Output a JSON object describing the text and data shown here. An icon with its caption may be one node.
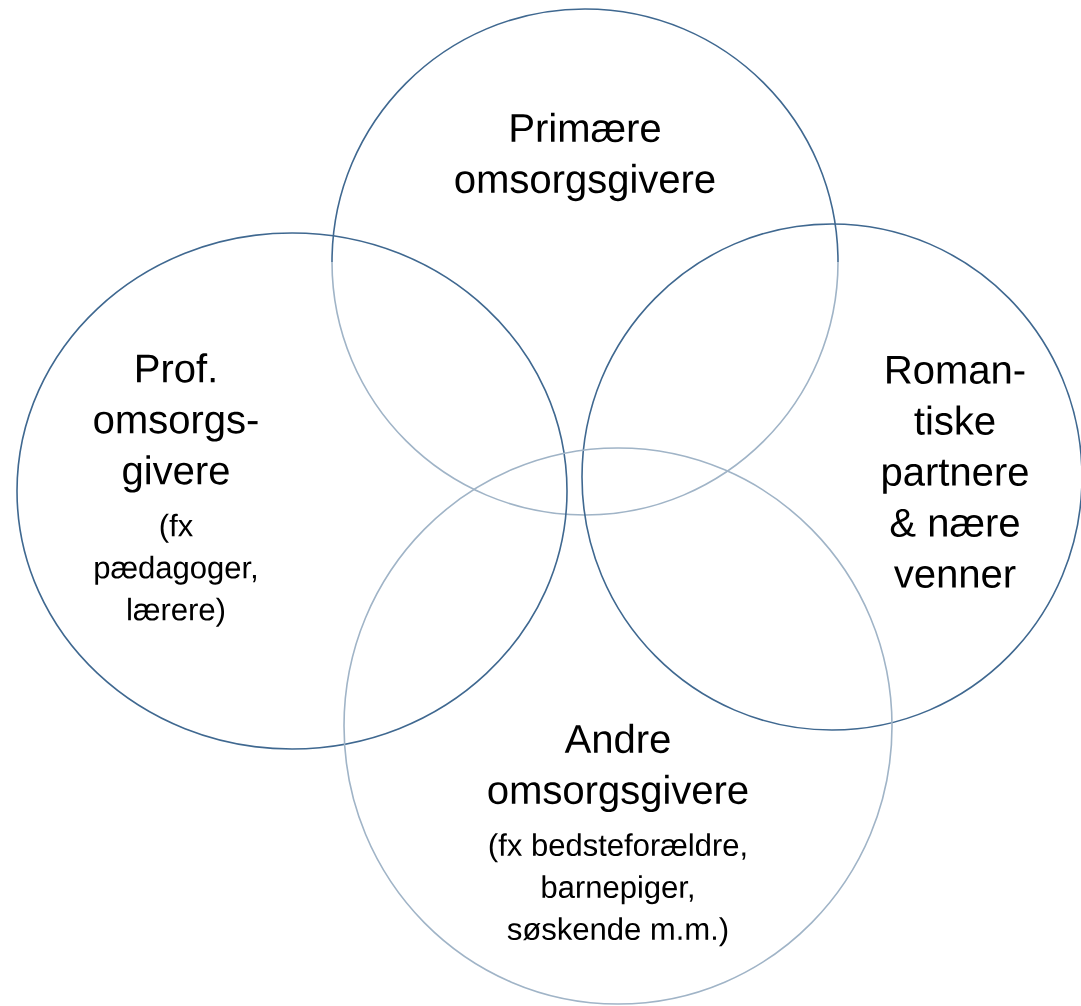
{
  "diagram": {
    "nodes": [
      {
        "text": [
          "Primære omsorgsgivere"
        ]
      },
      {
        "text": [
          "Prof. omsorgs-givere",
          "(fx pædagoger, lærere)"
        ]
      },
      {
        "text": [
          "Roman-tiske partnere & nære venner"
        ]
      },
      {
        "text": [
          "Andre omsorgsgivere",
          "(fx bedsteforældre, barnepiger, søskende m.m.)"
        ]
      }
    ]
  }
}
